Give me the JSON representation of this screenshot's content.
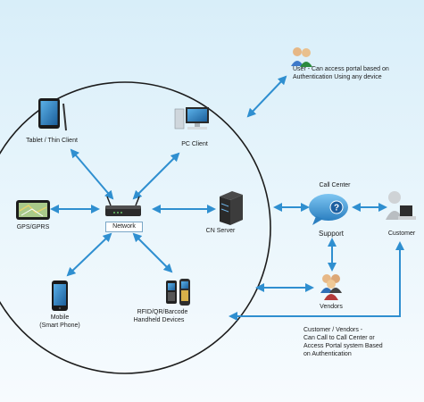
{
  "labels": {
    "tablet": "Tablet / Thin Client",
    "pc": "PC Client",
    "gps": "GPS/GPRS",
    "network": "Network",
    "cn_server": "CN Server",
    "mobile_line1": "Mobile",
    "mobile_line2": "(Smart Phone)",
    "rfid_line1": "RFID/QR/Barcode",
    "rfid_line2": "Handheld Devices",
    "user_line1": "User - Can access portal based on",
    "user_line2": "Authentication Using any device",
    "call_center": "Call Center",
    "support": "Support",
    "customer": "Customer",
    "vendors": "Vendors",
    "cv_line1": "Customer / Vendors -",
    "cv_line2": "Can Call to Call Center or",
    "cv_line3": "Access Portal system Based",
    "cv_line4": "on Authentication"
  },
  "colors": {
    "arrow": "#2f8fd0",
    "circle": "#1c1c1c",
    "bg_top": "#d8eef9"
  },
  "icons": [
    "tablet-icon",
    "pc-icon",
    "gps-icon",
    "router-icon",
    "server-icon",
    "mobile-icon",
    "handheld-icon",
    "users-icon",
    "support-bubble-icon",
    "customer-icon",
    "vendors-icon"
  ]
}
